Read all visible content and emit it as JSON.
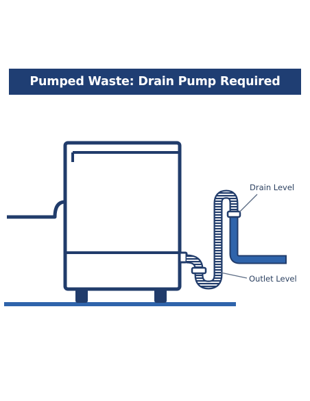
{
  "title": "Pumped Waste: Drain Pump Required",
  "labels": {
    "drain_level": "Drain Level",
    "outlet_level": "Outlet Level"
  },
  "colors": {
    "banner_bg": "#1f3e73",
    "banner_text": "#ffffff",
    "outline": "#213c6b",
    "drain_pipe": "#2f64ab",
    "floor": "#2f64ab",
    "callout_line": "#5b6b84"
  },
  "icons": [
    "dishwasher-machine-icon",
    "drain-hose-icon",
    "floor-line"
  ]
}
